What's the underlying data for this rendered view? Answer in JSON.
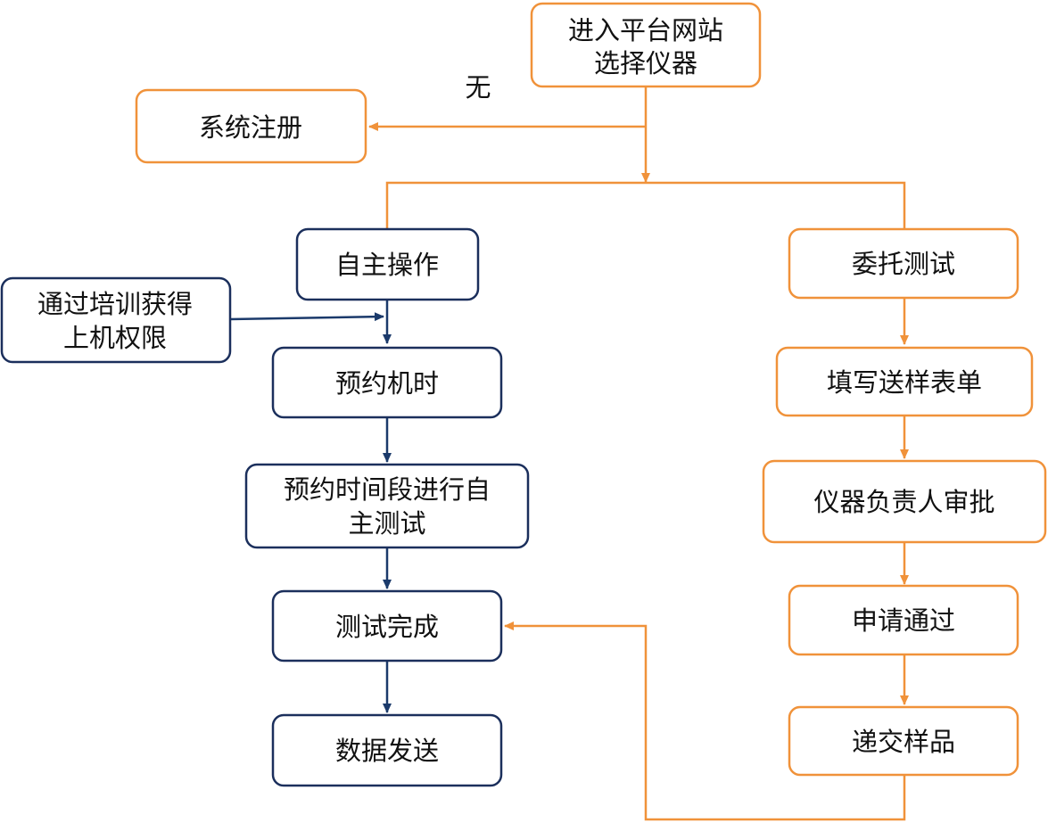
{
  "nodes": {
    "enter_site": [
      "进入平台网站",
      "选择仪器"
    ],
    "register": [
      "系统注册"
    ],
    "self_operate": [
      "自主操作"
    ],
    "entrust_test": [
      "委托测试"
    ],
    "training": [
      "通过培训获得",
      "上机权限"
    ],
    "book_time": [
      "预约机时"
    ],
    "self_test": [
      "预约时间段进行自",
      "主测试"
    ],
    "test_done": [
      "测试完成"
    ],
    "data_send": [
      "数据发送"
    ],
    "fill_form": [
      "填写送样表单"
    ],
    "approve": [
      "仪器负责人审批"
    ],
    "passed": [
      "申请通过"
    ],
    "deliver": [
      "递交样品"
    ]
  },
  "edge_labels": {
    "no_account": "无"
  },
  "colors": {
    "orange": "#F0923A",
    "navy": "#1B2F5C"
  }
}
